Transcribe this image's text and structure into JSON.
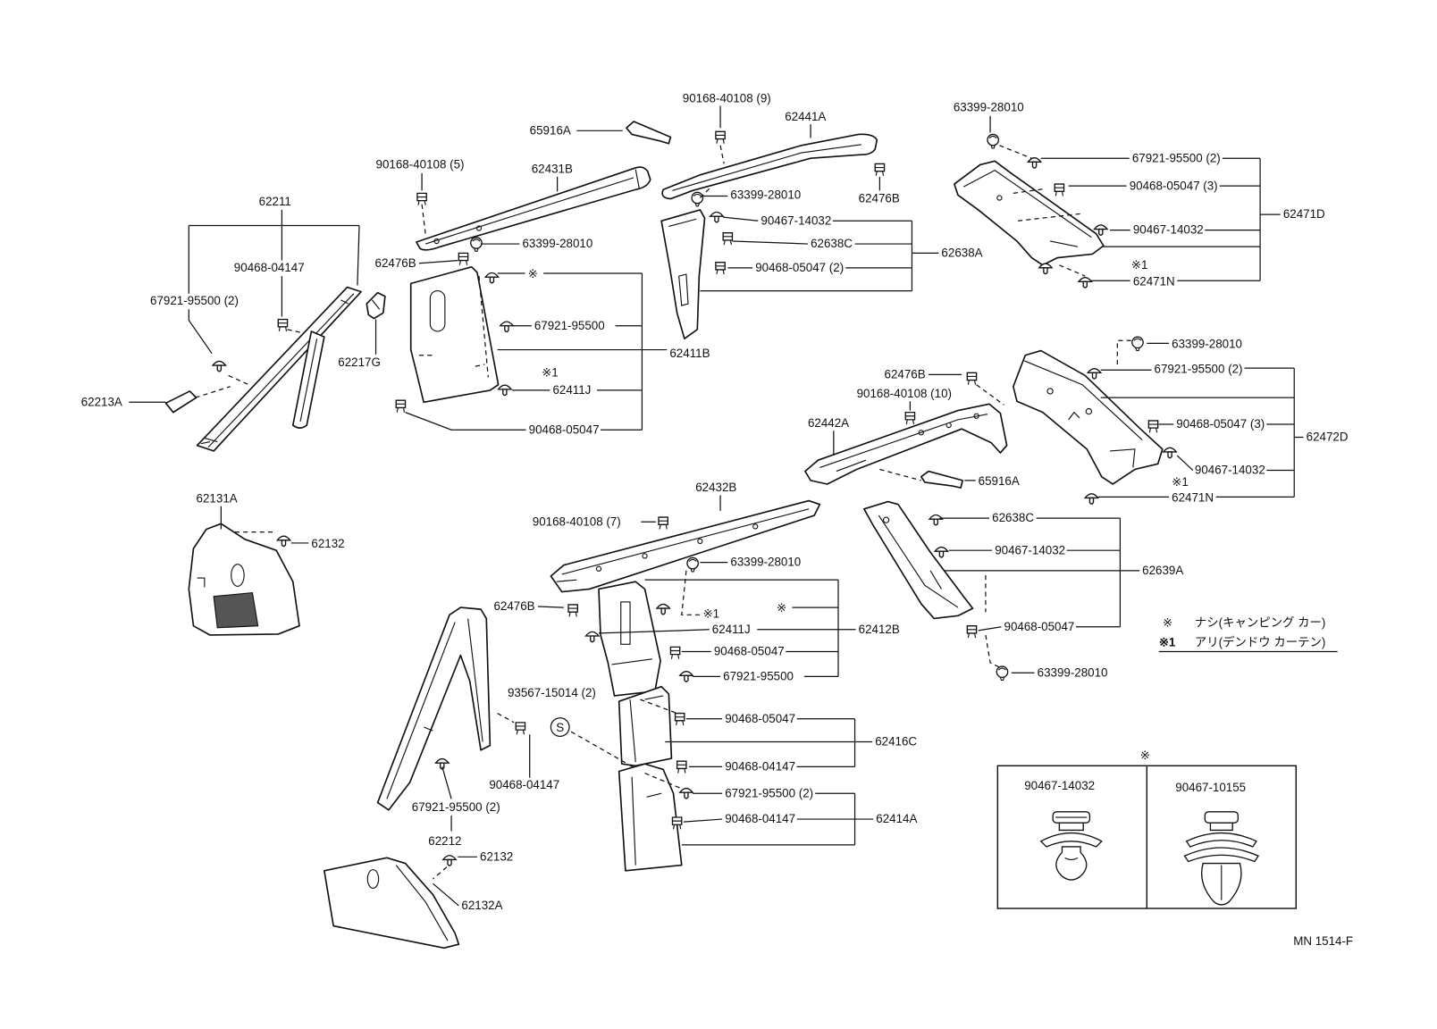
{
  "callouts": [
    "90168-40108 (9)",
    "62441A",
    "65916A",
    "63399-28010",
    "67921-95500 (2)",
    "90468-05047 (3)",
    "62471D",
    "90467-14032",
    "※1",
    "62471N",
    "90168-40108 (5)",
    "62431B",
    "63399-28010",
    "62476B",
    "62211",
    "90467-14032",
    "62638C",
    "62638A",
    "63399-28010",
    "62476B",
    "90468-04147",
    "90468-05047 (2)",
    "※",
    "67921-95500 (2)",
    "67921-95500",
    "62411B",
    "62217G",
    "※1",
    "62411J",
    "62213A",
    "90468-05047",
    "63399-28010",
    "67921-95500 (2)",
    "62476B",
    "90168-40108 (10)",
    "62442A",
    "90468-05047 (3)",
    "62472D",
    "90467-14032",
    "※1",
    "62471N",
    "65916A",
    "62131A",
    "62432B",
    "62638C",
    "90168-40108 (7)",
    "62132",
    "90467-14032",
    "63399-28010",
    "62639A",
    "※",
    "62476B",
    "※1",
    "62411J",
    "62412B",
    "90468-05047",
    "90468-05047",
    "67921-95500",
    "63399-28010",
    "93567-15014 (2)",
    "S",
    "90468-05047",
    "62416C",
    "90468-04147",
    "90468-04147",
    "67921-95500 (2)",
    "62414A",
    "90468-04147",
    "67921-95500 (2)",
    "62212",
    "62132",
    "62132A"
  ],
  "legend": [
    {
      "mark": "※",
      "text": "ナシ(キャンピング カー)"
    },
    {
      "mark": "※1",
      "text": "アリ(デンドウ カーテン)"
    }
  ],
  "inset": {
    "mark": "※",
    "left_part": "90467-14032",
    "right_part": "90467-10155"
  },
  "diagram_code": "MN 1514-F"
}
